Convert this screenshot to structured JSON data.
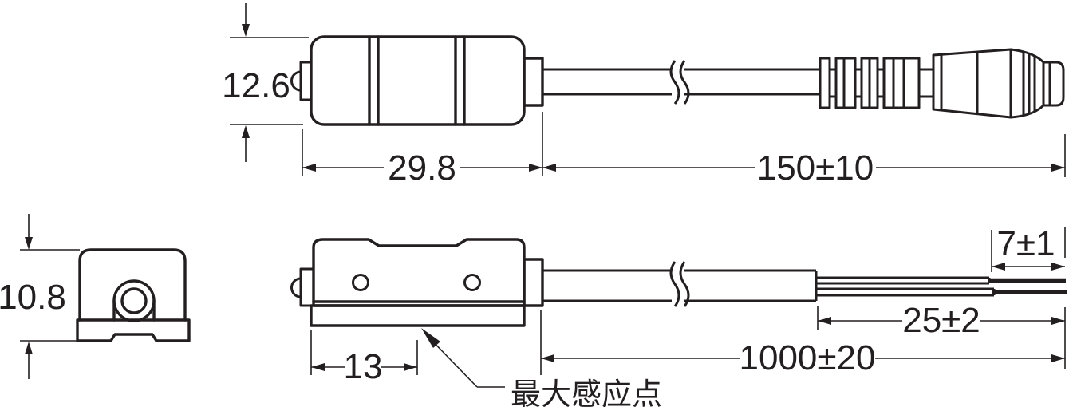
{
  "colors": {
    "background": "#ffffff",
    "line": "#231f20"
  },
  "top_view": {
    "dim_body_height": "12.6",
    "dim_body_length": "29.8",
    "dim_connector_cable_length": "150±10"
  },
  "end_view": {
    "dim_height": "10.8"
  },
  "front_view": {
    "dim_sensing_point_offset": "13",
    "dim_cable_length": "1000±20",
    "dim_strip_length": "25±2",
    "dim_bare_wire_length": "7±1",
    "label_max_sensing_point": "最大感应点"
  }
}
